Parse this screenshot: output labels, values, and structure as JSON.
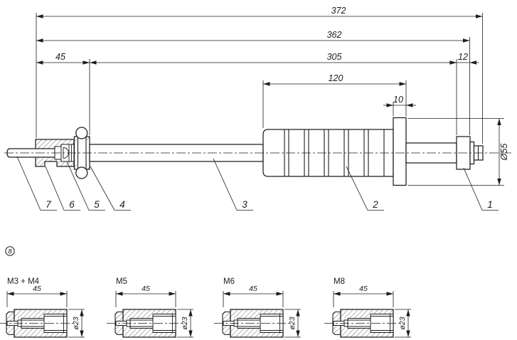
{
  "colors": {
    "background": "#ffffff",
    "line": "#1d1d1d"
  },
  "main_view": {
    "dimensions": {
      "overall_length": "372",
      "length_without_end_nut": "362",
      "chuck_section_length": "45",
      "shaft_section_length": "305",
      "handle_length": "120",
      "end_collar_width": "10",
      "end_knob_width": "12",
      "end_cap_diameter": "Ø55"
    },
    "part_labels": {
      "p1": "1",
      "p2": "2",
      "p3": "3",
      "p4": "4",
      "p5": "5",
      "p6": "6",
      "p7": "7"
    }
  },
  "detail_view": {
    "reference_label": "8",
    "variants": [
      {
        "label": "M3 + M4",
        "length": "45",
        "diameter": "ø23"
      },
      {
        "label": "M5",
        "length": "45",
        "diameter": "ø23"
      },
      {
        "label": "M6",
        "length": "45",
        "diameter": "ø23"
      },
      {
        "label": "M8",
        "length": "45",
        "diameter": "ø23"
      }
    ]
  }
}
